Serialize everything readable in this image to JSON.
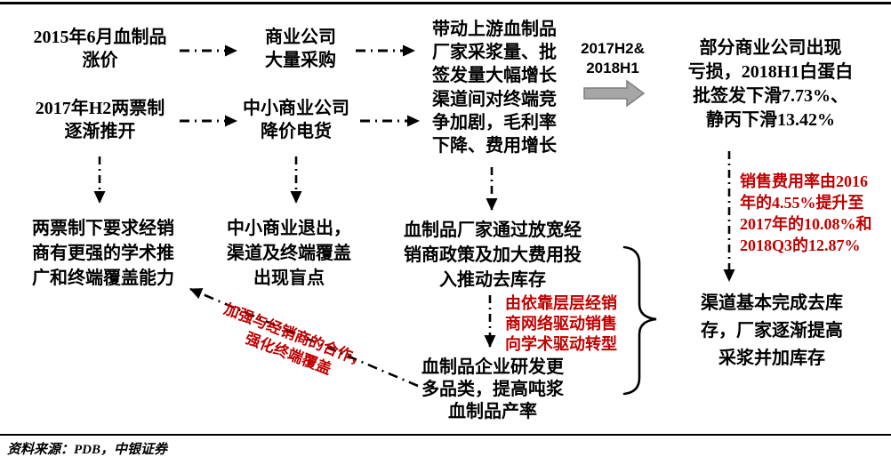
{
  "nodes": {
    "price_increase_2015": "2015年6月血制品\n涨价",
    "bulk_purchase": "商业公司\n大量采购",
    "upstream_growth": "带动上游血制品\n厂家采浆量、批\n签发量大幅增长",
    "period_label": "2017H2&\n2018H1",
    "commercial_losses": "部分商业公司出现\n亏损，2018H1白蛋白\n批签发下滑7.73%、\n静丙下滑13.42%",
    "two_invoice_2017": "2017年H2两票制\n逐渐推开",
    "small_dealers_discount": "中小商业公司\n降价电货",
    "channel_competition": "渠道间对终端竞\n争加剧，毛利率\n下降、费用增长",
    "two_invoice_requirement": "两票制下要求经销\n商有更强的学术推\n广和终端覆盖能力",
    "small_dealers_exit": "中小商业退出，\n渠道及终端覆盖\n出现盲点",
    "destocking_push": "血制品厂家通过放宽经\n销商政策及加大费用投\n入推动去库存",
    "rd_new_products": "血制品企业研发更\n多品类，提高吨浆\n血制品产率",
    "destocking_done": "渠道基本完成去库\n存，厂家逐渐提高\n采浆并加库存"
  },
  "annotations": {
    "sales_model_transform": "由依靠层层经销\n商网络驱动销售\n向学术驱动转型",
    "strengthen_cooperation": "加强与经销商的合作，\n强化终端覆盖",
    "expense_ratio": "销售费用率由2016\n年的4.55%提升至\n2017年的10.08%和\n2018Q3的12.87%"
  },
  "footer": {
    "source": "资料来源：PDB，中银证券"
  },
  "colors": {
    "text": "#000000",
    "highlight_red": "#c00000",
    "gray_arrow_fill": "#a6a6a6",
    "gray_arrow_border": "#7f7f7f"
  }
}
